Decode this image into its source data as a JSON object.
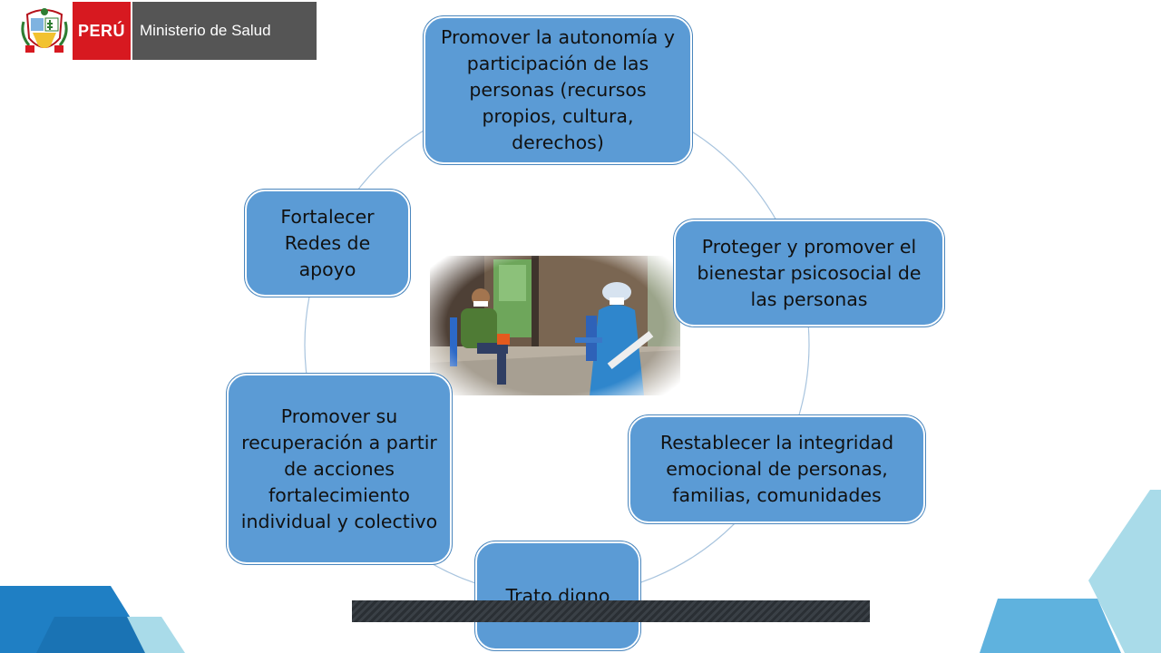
{
  "header": {
    "country": "PERÚ",
    "ministry": "Ministerio de Salud",
    "emblem_icon": "peru-coat-of-arms-icon"
  },
  "cycle": {
    "nodes": [
      {
        "id": "top",
        "text": "Promover la autonomía y participación de las personas (recursos propios, cultura, derechos)"
      },
      {
        "id": "right-upper",
        "text": "Proteger y promover el bienestar psicosocial de las personas"
      },
      {
        "id": "right-lower",
        "text": "Restablecer la integridad emocional de personas, familias, comunidades"
      },
      {
        "id": "bottom",
        "text": "Trato digno"
      },
      {
        "id": "left-lower",
        "text": "Promover su recuperación a partir de acciones fortalecimiento individual y colectivo"
      },
      {
        "id": "left-upper",
        "text": "Fortalecer Redes de apoyo"
      }
    ]
  },
  "photo": {
    "description_icon": "health-worker-visit-photo"
  },
  "colors": {
    "node_fill": "#5b9bd5",
    "ring": "#a8c4de",
    "brand_red": "#d71920",
    "brand_gray": "#555555",
    "deco_blue": "#1f7fc4",
    "deco_light": "#a9dbe9"
  }
}
